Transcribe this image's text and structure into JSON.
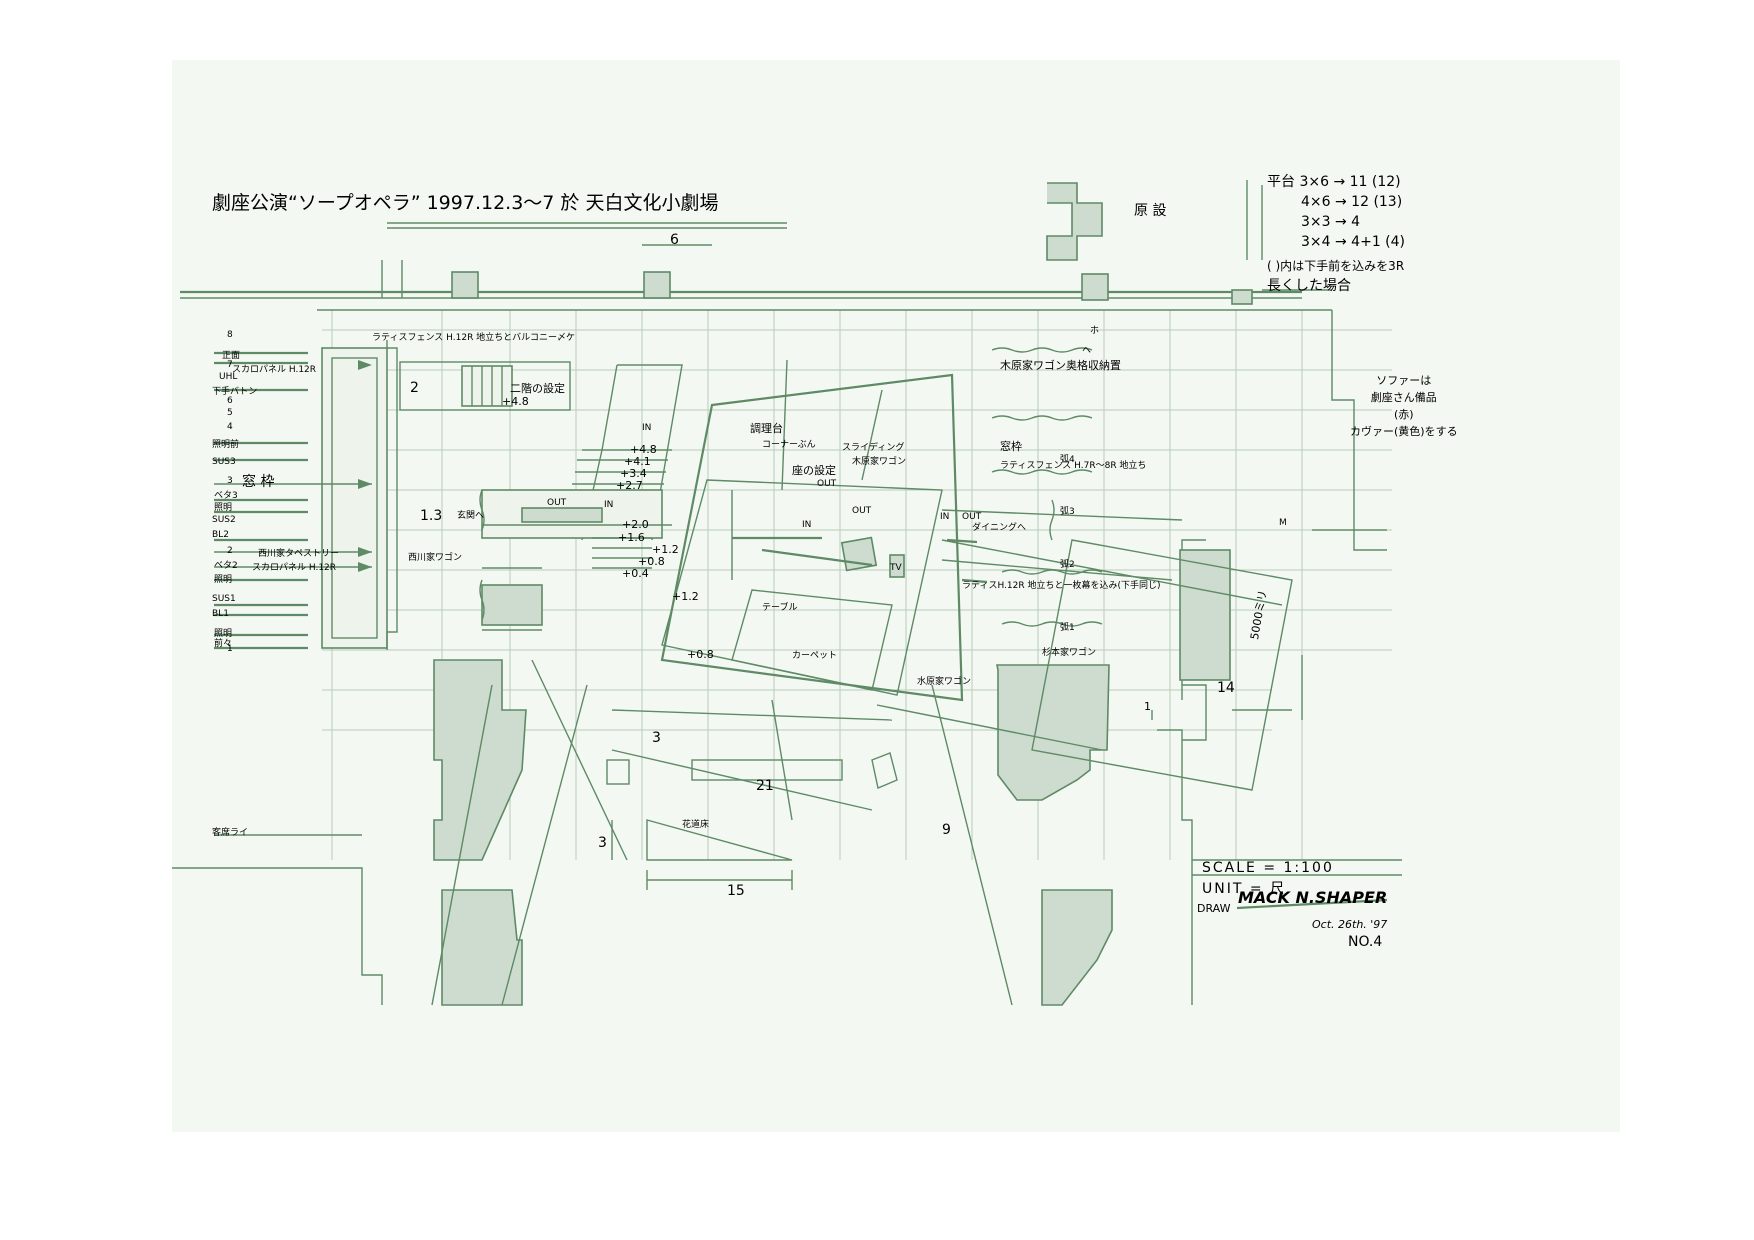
{
  "title": "劇座公演“ソープオペラ” 1997.12.3〜7 於 天白文化小劇場",
  "top_right_label": "原 設",
  "platforms": {
    "rows": [
      "平台 3×6 → 11 (12)",
      "4×6 → 12 (13)",
      "3×3 → 4",
      "3×4 → 4+1 (4)"
    ],
    "note1": "( )内は下手前を込みを3R",
    "note2": "長くした場合"
  },
  "sofa_note": [
    "ソファーは",
    "劇座さん備品",
    "(赤)",
    "カヴァー(黄色)をする"
  ],
  "left_labels": [
    "8",
    "正面",
    "7",
    "UHL",
    "下手バトン",
    "6",
    "5",
    "4",
    "照明前",
    "SUS3",
    "3",
    "ベタ3",
    "照明",
    "SUS2",
    "BL2",
    "2",
    "ベタ2",
    "照明",
    "SUS1",
    "BL1",
    "照明",
    "1",
    "前々"
  ],
  "lower_left_label": "客席ライ",
  "plan_labels": {
    "lattice_fence_top": "ラティスフェンス H.12R 地立ちとバルコニー〆ケ",
    "second_floor": "二階の設定",
    "wood_wagon": "木原家ワゴン奥格収納置",
    "sliding": "スライディング",
    "wood_wagon_2": "木原家ワゴン",
    "kitchen_counter": "調理台",
    "kitchen_counter_sub": "コーナーぶん",
    "seat_setting": "座の設定",
    "window_frame": "窓枠",
    "lattice_fence_mid": "ラティスフェンス H.7R〜8R 地立ち",
    "dining": "ダイニングへ",
    "lattice_fence_low": "ラティスH.12R 地立ちと一枚幕を込み(下手同じ)",
    "table": "テーブル",
    "carpet": "カーペット",
    "tv": "TV",
    "water_wagon": "水原家ワゴン",
    "sugimoto_wagon": "杉本家ワゴン",
    "nishikawa_wagon": "西川家ワゴン",
    "genkan": "玄関へ",
    "window_left": "窓 枠",
    "staircase_panel": "スカロパネル H.12R",
    "staircase_panel_2": "スカロパネル H.12R",
    "nishikawa_tapestry": "西川家タペストリー",
    "ho": "ホ",
    "he": "ヘ",
    "floor_label": "花道床",
    "wall_1": "弧1",
    "wall_2": "弧2",
    "wall_3": "弧3",
    "wall_4": "弧4",
    "out_label": "OUT",
    "in_label": "IN",
    "m_label": "M"
  },
  "levels": [
    "+4.8",
    "+4.8",
    "+4.1",
    "+3.4",
    "+2.7",
    "+2.0",
    "+1.6",
    "+1.2",
    "+0.8",
    "+0.4",
    "+1.2",
    "+0.8"
  ],
  "dimensions": [
    "6",
    "3",
    "2",
    "1.3",
    "21",
    "9",
    "14",
    "15",
    "3",
    "5000ミリ",
    "1"
  ],
  "stamp": {
    "scale": "SCALE = 1:100",
    "unit": "UNIT = 尺",
    "drawn_label": "DRAW",
    "signature": "MACK N.SHAPER",
    "date": "Oct. 26th. '97",
    "sheet_no": "NO.4"
  }
}
